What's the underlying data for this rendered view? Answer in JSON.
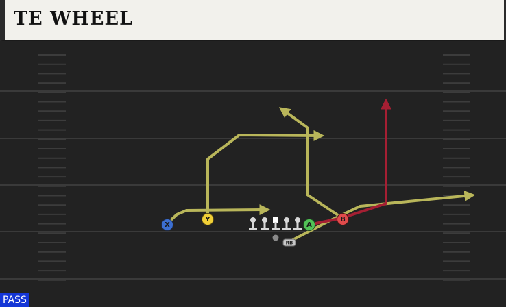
{
  "play": {
    "title": "TE WHEEL",
    "type_badge": "PASS"
  },
  "players": {
    "x": {
      "label": "X",
      "color": "#3c6fd1"
    },
    "y": {
      "label": "Y",
      "color": "#f0cf37"
    },
    "a": {
      "label": "A",
      "color": "#52c257"
    },
    "b": {
      "label": "B",
      "color": "#e04b4b"
    },
    "rb": {
      "label": "RB",
      "color": "#c8c8c8"
    }
  },
  "colors": {
    "route_primary": "#b9b65a",
    "route_hot": "#a51f33",
    "field_background": "#222222",
    "yard_line": "#3a3a3a",
    "hash_mark": "#3c3c3c",
    "lineman": "#d9d9d9",
    "title_background": "#f2f1ec",
    "badge_background": "#1436d6"
  },
  "icons": {
    "linemen": "lineman-icon",
    "center": "center-icon",
    "quarterback": "quarterback-dot-icon"
  }
}
